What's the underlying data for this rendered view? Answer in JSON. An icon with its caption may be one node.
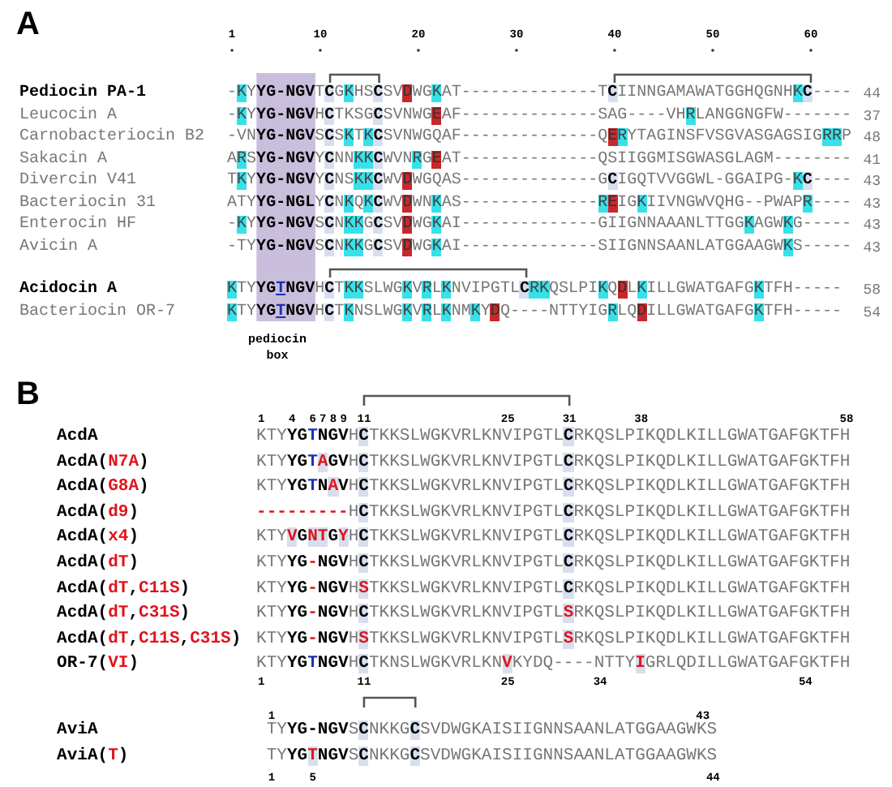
{
  "diagram": {
    "labels": [
      "A",
      "1",
      "10",
      "20",
      "30",
      "40",
      "50",
      "60",
      "Pediocin PA-1",
      "-KYYG-NGVTCGKHSCSVDWGKAT--------------TCIINNGAMAWATGGHQGNHKC----",
      "44",
      "Leucocin A",
      "-KYYG-NGVHCTKSGCSVNWGEAF--------------SAG----VHRLANGGNGFW-------",
      "37",
      "Carnobacteriocin B2",
      "-VNYG-NGVSCSKTKCSVNWGQAF--------------QERYTAGINSFVSGVASGAGSIGRRP",
      "48",
      "Sakacin A",
      "ARSYG-NGVYCNNKKCWVNRGEAT--------------QSIIGGMISGWASGLAGM--------",
      "41",
      "Divercin V41",
      "TKYYG-NGVYCNSKKCWVDWGQAS--------------GCIGQTVVGGWL-GGAIPG-KC----",
      "43",
      "Bacteriocin 31",
      "ATYYG-NGLYCNKQKCWVDWNKAS--------------REIGKIIVNGWVQHG--PWAPR----",
      "43",
      "Enterocin HF",
      "-KYYG-NGVSCNKKGCSVDWGKAI--------------GIIGNNAAANLTTGGKAGWKG-----",
      "43",
      "Avicin A",
      "-TYYG-NGVSCNKKGCSVDWGKAI--------------SIIGNNSAANLATGGAAGWKS-----",
      "43",
      "Acidocin A",
      "KTYYGTNGVHCTKKSLWGKVRLKNVIPGTLCRKQSLPIKQDLKILLGWATGAFGKTFH-----",
      "58",
      "Bacteriocin OR-7",
      "KTYYGTNGVHCTKNSLWGKVRLKNMKYDQ----NTTYIGRLQDILLGWATGAFGKTFH-----",
      "54",
      "pediocin box",
      "B",
      "1",
      "4",
      "6",
      "7",
      "8",
      "9",
      "11",
      "25",
      "31",
      "38",
      "58",
      "AcdA",
      "KTYYGTNGVHCTKKSLWGKVRLKNVIPGTLCRKQSLPIKQDLKILLGWATGAFGKTFH",
      "AcdA(N7A)",
      "KTYYGTAGVHCTKKSLWGKVRLKNVIPGTLCRKQSLPIKQDLKILLGWATGAFGKTFH",
      "AcdA(G8A)",
      "KTYYGTNAVHCTKKSLWGKVRLKNVIPGTLCRKQSLPIKQDLKILLGWATGAFGKTFH",
      "AcdA(d9)",
      "---------HCTKKSLWGKVRLKNVIPGTLCRKQSLPIKQDLKILLGWATGAFGKTFH",
      "AcdA(x4)",
      "KTYVGNTGYHCTKKSLWGKVRLKNVIPGTLCRKQSLPIKQDLKILLGWATGAFGKTFH",
      "AcdA(dT)",
      "KTYYG-NGVHCTKKSLWGKVRLKNVIPGTLCRKQSLPIKQDLKILLGWATGAFGKTFH",
      "AcdA(dT,C11S)",
      "KTYYG-NGVHSTKKSLWGKVRLKNVIPGTLCRKQSLPIKQDLKILLGWATGAFGKTFH",
      "AcdA(dT,C31S)",
      "KTYYG-NGVHCTKKSLWGKVRLKNVIPGTLSRKQSLPIKQDLKILLGWATGAFGKTFH",
      "AcdA(dT,C11S,C31S)",
      "KTYYG-NGVHSTKKSLWGKVRLKNVIPGTLSRKQSLPIKQDLKILLGWATGAFGKTFH",
      "OR-7(VI)",
      "KTYYGTNGVHCTKNSLWGKVRLKNVKYDQ----NTTYIGRLQDILLGWATGAFGKTFH",
      "1",
      "11",
      "25",
      "34",
      "54",
      "1",
      "43",
      "AviA",
      "TYYG-NGVSCNKKGCSVDWGKAISIIGNNSAANLATGGAAGWKS",
      "AviA(T)",
      "TYYGTNGVSCNKKGCSVDWGKAISIIGNNSAANLATGGAAGWKS",
      "1",
      "5",
      "44"
    ]
  }
}
